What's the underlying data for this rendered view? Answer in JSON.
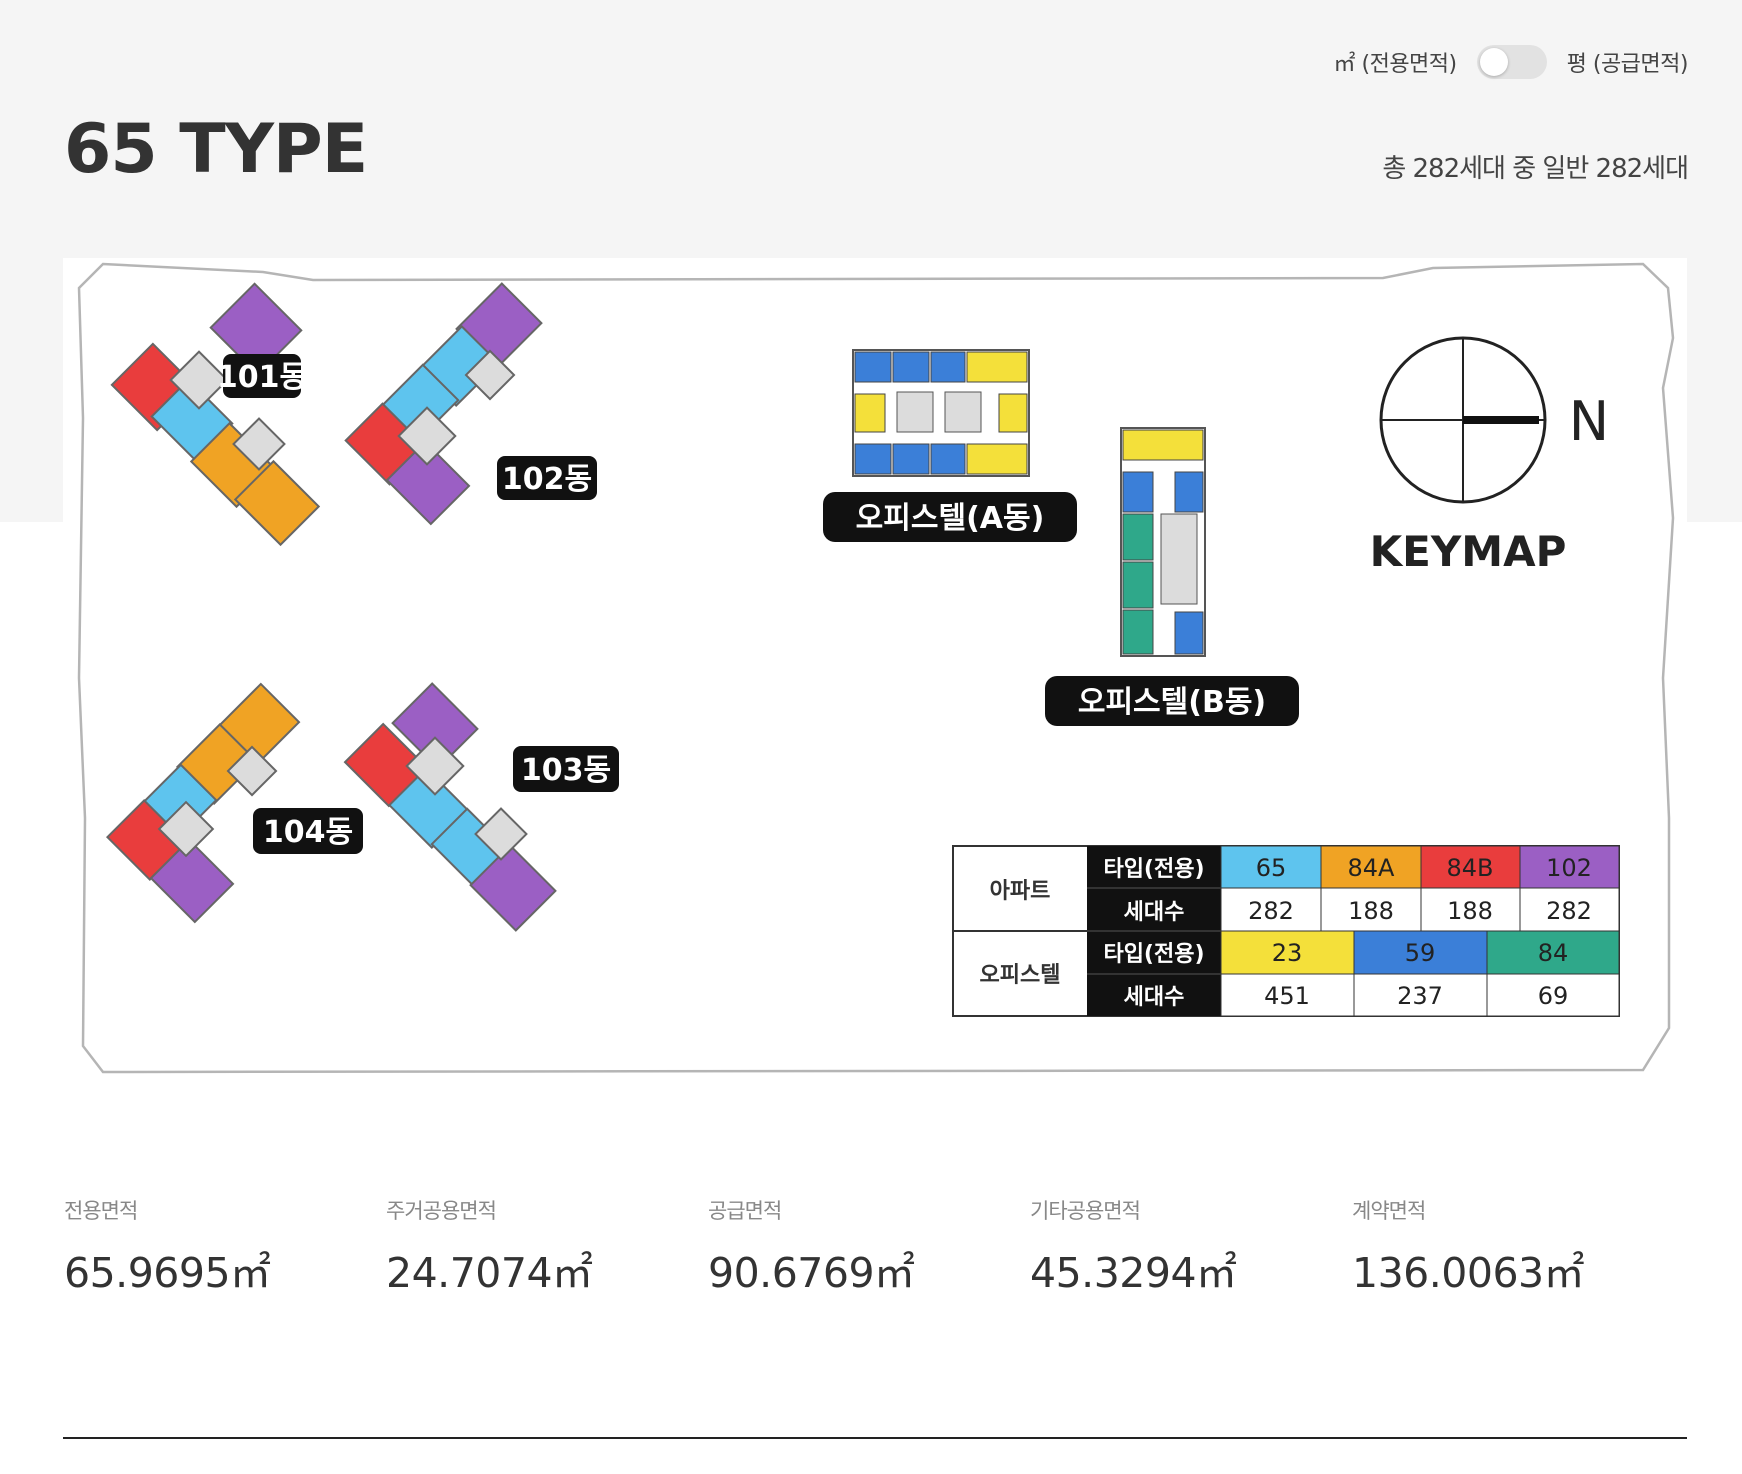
{
  "unit_toggle": {
    "sqm_label": "㎡ (전용면적)",
    "pyeong_label": "평 (공급면적)"
  },
  "type_title": "65 TYPE",
  "household_summary": "총 282세대 중 일반 282세대",
  "keymap": {
    "buildings": {
      "b101": "101동",
      "b102": "102동",
      "b103": "103동",
      "b104": "104동",
      "office_a": "오피스텔(A동)",
      "office_b": "오피스텔(B동)"
    },
    "compass_letter": "N",
    "title": "KEYMAP",
    "legend": {
      "apartment_label": "아파트",
      "officetel_label": "오피스텔",
      "type_label": "타입(전용)",
      "count_label": "세대수",
      "apartment": [
        {
          "type": "65",
          "count": "282",
          "color": "#5ec4ee"
        },
        {
          "type": "84A",
          "count": "188",
          "color": "#f0a324"
        },
        {
          "type": "84B",
          "count": "188",
          "color": "#e93d3d"
        },
        {
          "type": "102",
          "count": "282",
          "color": "#9b5fc4"
        }
      ],
      "officetel": [
        {
          "type": "23",
          "count": "451",
          "color": "#f4e03a"
        },
        {
          "type": "59",
          "count": "237",
          "color": "#3b7fd8"
        },
        {
          "type": "84",
          "count": "69",
          "color": "#2fa88a"
        }
      ]
    }
  },
  "areas": [
    {
      "label": "전용면적",
      "value": "65.9695㎡"
    },
    {
      "label": "주거공용면적",
      "value": "24.7074㎡"
    },
    {
      "label": "공급면적",
      "value": "90.6769㎡"
    },
    {
      "label": "기타공용면적",
      "value": "45.3294㎡"
    },
    {
      "label": "계약면적",
      "value": "136.0063㎡"
    }
  ],
  "colors": {
    "sky": "#5ec4ee",
    "orange": "#f0a324",
    "red": "#e93d3d",
    "purple": "#9b5fc4",
    "yellow": "#f4e03a",
    "blue": "#3b7fd8",
    "teal": "#2fa88a"
  }
}
